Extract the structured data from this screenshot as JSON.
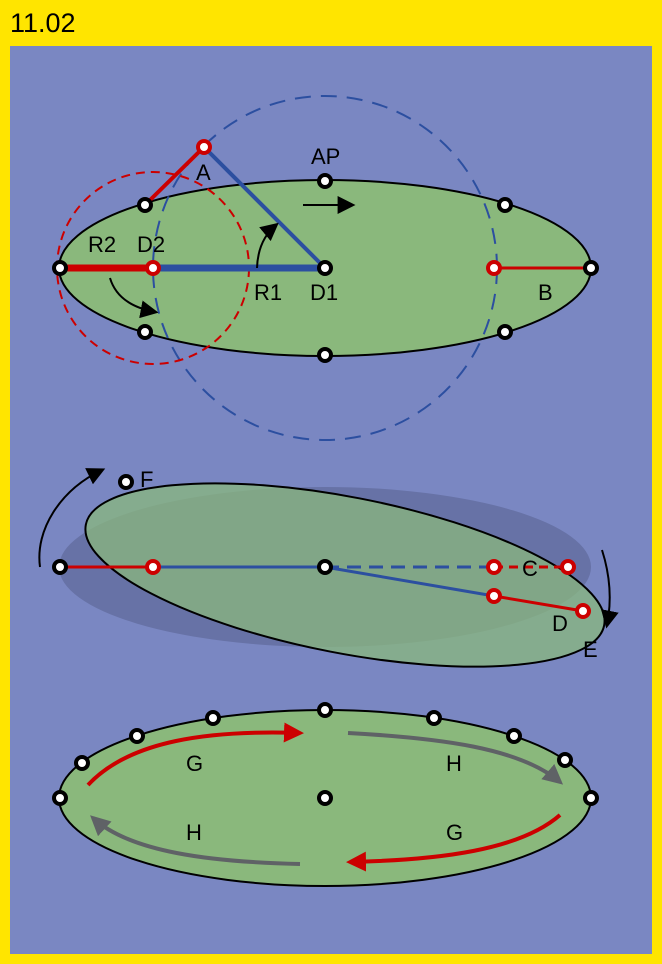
{
  "header": {
    "title": "11.02"
  },
  "colors": {
    "frame": "#ffe500",
    "background": "#7a87c2",
    "ellipse_fill": "#8ab87c",
    "shadow": "#6772a6",
    "red": "#cc0000",
    "blue": "#2c4fa0",
    "gray": "#5f6266"
  },
  "labels": {
    "A": "A",
    "AP": "AP",
    "R2": "R2",
    "D2": "D2",
    "R1": "R1",
    "D1": "D1",
    "B": "B",
    "F": "F",
    "C": "C",
    "D": "D",
    "E": "E",
    "G_top": "G",
    "H_top": "H",
    "H_bottom": "H",
    "G_bottom": "G"
  }
}
